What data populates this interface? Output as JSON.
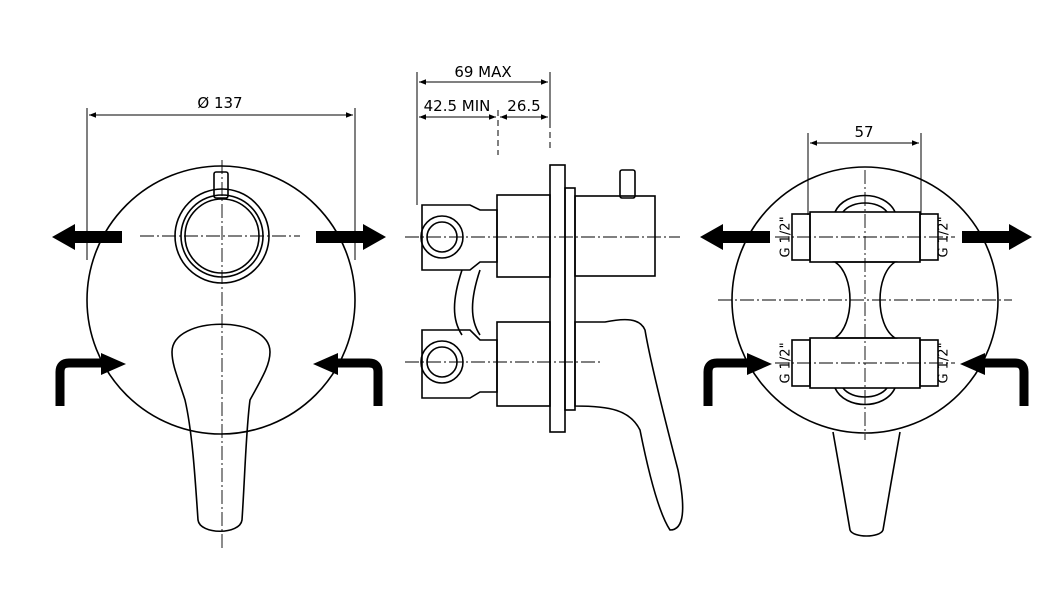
{
  "dimensions": {
    "diameter": "Ø 137",
    "max_depth": "69 MAX",
    "min_depth": "42.5 MIN",
    "plate_offset": "26.5",
    "port_spacing": "57"
  },
  "thread_labels": [
    "G 1/2\"",
    "G 1/2\"",
    "G 1/2\"",
    "G 1/2\""
  ],
  "views": [
    "front",
    "side",
    "rear"
  ],
  "flow_arrows": {
    "front": [
      "outlet-left",
      "outlet-right",
      "inlet-left",
      "inlet-right"
    ],
    "rear": [
      "outlet-left",
      "outlet-right",
      "inlet-left",
      "inlet-right"
    ]
  }
}
